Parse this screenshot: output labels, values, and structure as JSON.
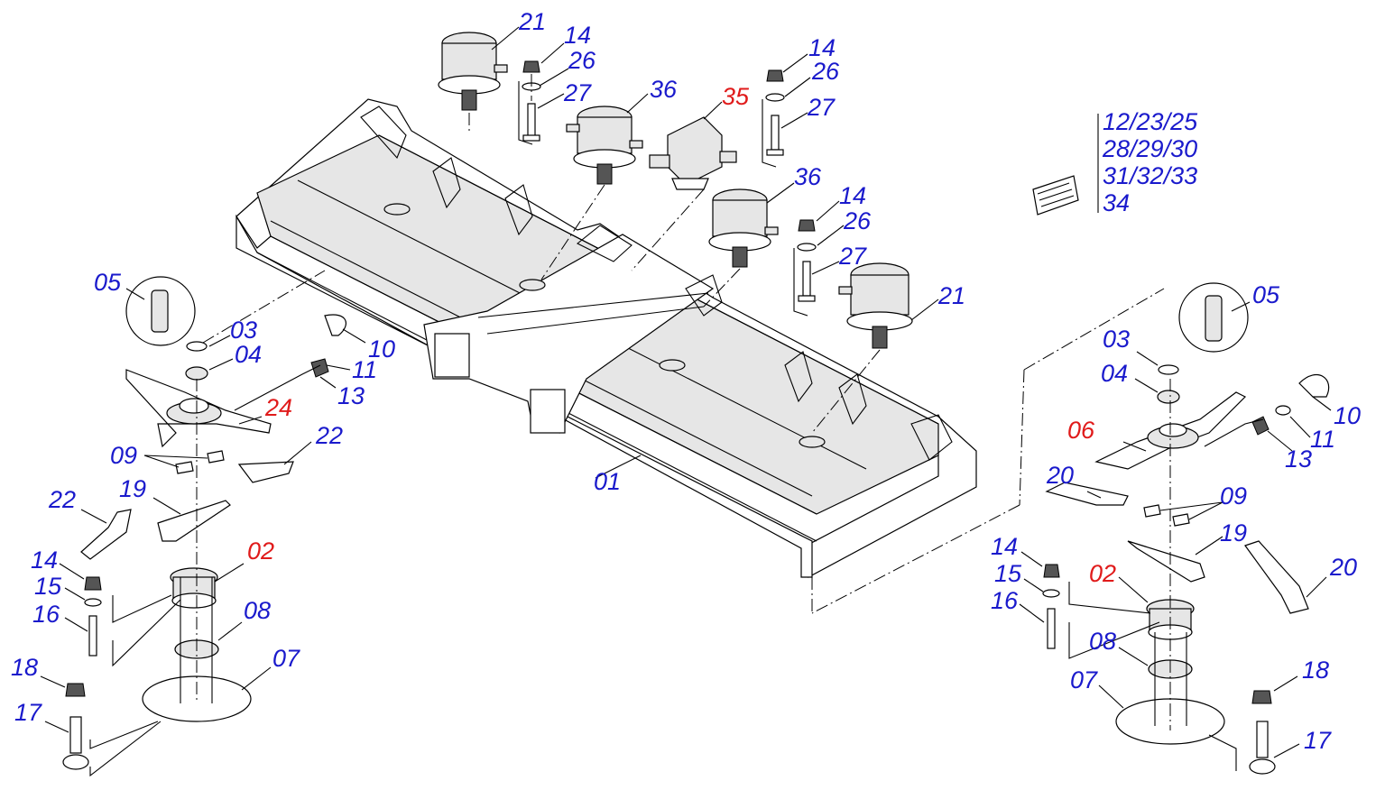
{
  "colors": {
    "normal_label": "#1a1acc",
    "highlight_label": "#e01b1b",
    "line": "#000000"
  },
  "labels": {
    "g21a": "21",
    "g14a": "14",
    "g26a": "26",
    "g27a": "27",
    "g36a": "36",
    "g35": "35",
    "g14b": "14",
    "g26b": "26",
    "g27b": "27",
    "g36b": "36",
    "g14c": "14",
    "g26c": "26",
    "g27c": "27",
    "g21b": "21",
    "decal": [
      "12/23/25",
      "28/29/30",
      "31/32/33",
      "34"
    ],
    "l05": "05",
    "l03": "03",
    "l04": "04",
    "l10": "10",
    "l11": "11",
    "l13": "13",
    "l24": "24",
    "l22a": "22",
    "l09": "09",
    "l19": "19",
    "l22b": "22",
    "l14": "14",
    "l15": "15",
    "l16": "16",
    "l02": "02",
    "l08": "08",
    "l07": "07",
    "l18": "18",
    "l17": "17",
    "m01": "01",
    "r05": "05",
    "r03": "03",
    "r04": "04",
    "r10": "10",
    "r11": "11",
    "r13": "13",
    "r06": "06",
    "r20a": "20",
    "r09": "09",
    "r19": "19",
    "r20b": "20",
    "r14": "14",
    "r15": "15",
    "r16": "16",
    "r02": "02",
    "r08": "08",
    "r07": "07",
    "r18": "18",
    "r17": "17"
  },
  "highlighted": [
    "35",
    "24",
    "02",
    "06"
  ]
}
